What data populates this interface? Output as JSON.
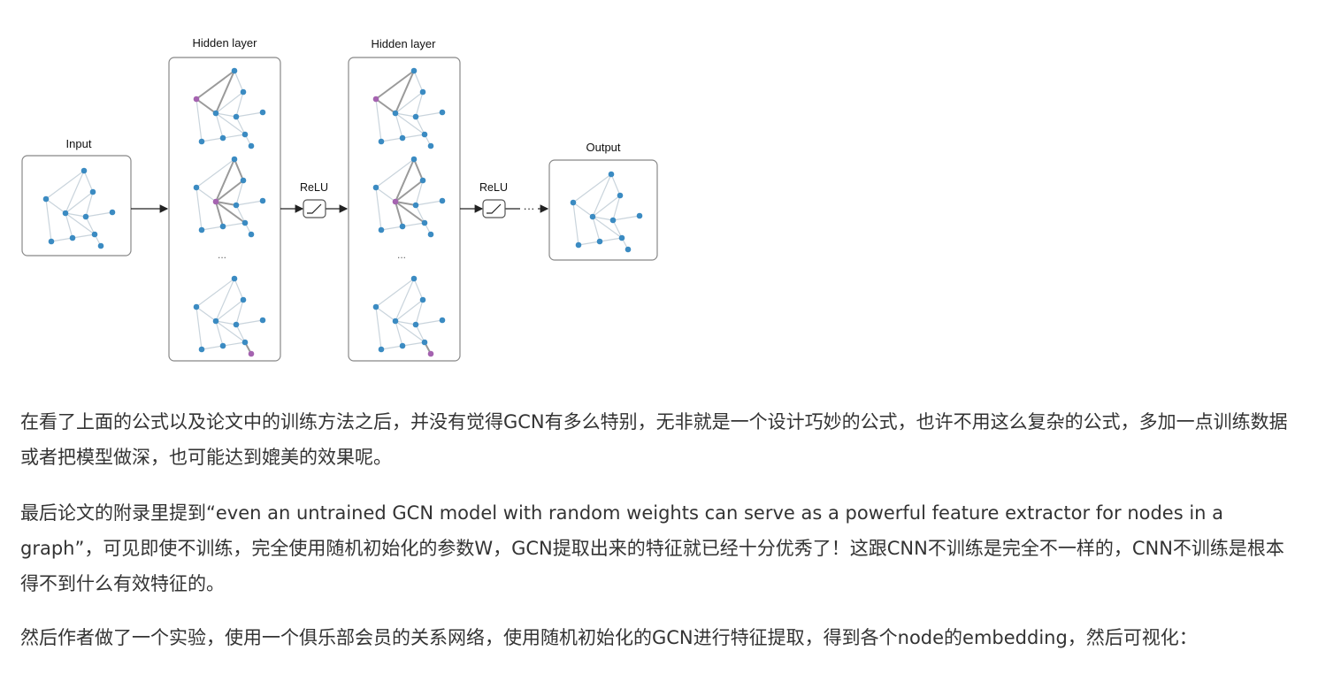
{
  "diagram": {
    "input_label": "Input",
    "hidden_label_1": "Hidden layer",
    "hidden_label_2": "Hidden layer",
    "relu_label_1": "ReLU",
    "relu_label_2": "ReLU",
    "output_label": "Output",
    "ellipsis": "...",
    "arrow_dots": "···",
    "colors": {
      "node": "#3b8bc2",
      "highlight": "#a563b0",
      "edge": "#c9d4dc",
      "edge_strong": "#9a9a9a",
      "box": "#888888"
    }
  },
  "paragraphs": {
    "p1": "在看了上面的公式以及论文中的训练方法之后，并没有觉得GCN有多么特别，无非就是一个设计巧妙的公式，也许不用这么复杂的公式，多加一点训练数据或者把模型做深，也可能达到媲美的效果呢。",
    "p2": "最后论文的附录里提到“even an untrained GCN model with random weights can serve as a powerful feature extractor for nodes in a graph”，可见即使不训练，完全使用随机初始化的参数W，GCN提取出来的特征就已经十分优秀了！这跟CNN不训练是完全不一样的，CNN不训练是根本得不到什么有效特征的。",
    "p3": "然后作者做了一个实验，使用一个俱乐部会员的关系网络，使用随机初始化的GCN进行特征提取，得到各个node的embedding，然后可视化："
  }
}
